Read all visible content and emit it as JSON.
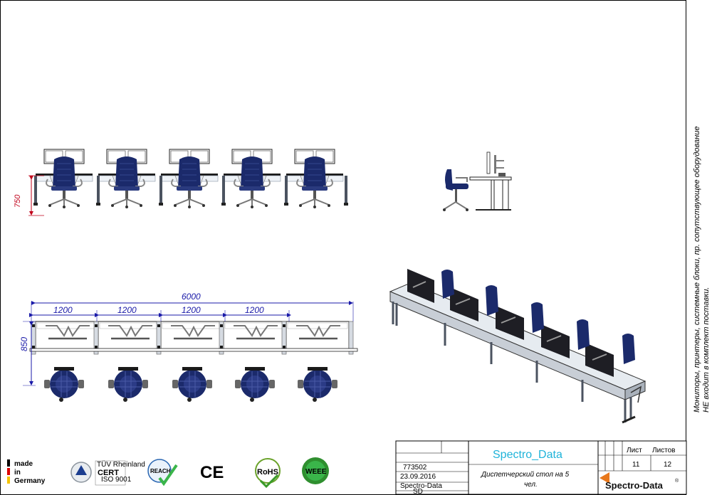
{
  "drawing": {
    "dimensions": {
      "overall_width": "6000",
      "module_width": [
        "1200",
        "1200",
        "1200",
        "1200"
      ],
      "desk_depth": "850",
      "desk_height": "750"
    },
    "note_lines": [
      "Мониторы, принтеры, системные блоки, пр. сопутствующее оборудование",
      "НЕ входит в комплект поставки."
    ]
  },
  "title_block": {
    "doc_number": "773502",
    "date": "23.09.2016",
    "company": "Spectro-Data",
    "code": "SD",
    "brand_title": "Spectro_Data",
    "description_line1": "Диспетчерский стол на 5",
    "description_line2": "чел.",
    "sheet_label": "Лист",
    "sheets_label": "Листов",
    "sheet_number": "11",
    "sheets_total": "12",
    "logo_text": "Spectro-Data",
    "registered_mark": "®"
  },
  "certifications": {
    "made_in": [
      "made",
      "in",
      "Germany"
    ],
    "cert_badge": "CERT",
    "cert_sub": "ISO 9001",
    "cert_top": "TÜV Rheinland",
    "reach": "REACH",
    "ce": "CE",
    "rohs": "RoHS",
    "weee": "WEEE"
  },
  "colors": {
    "dimension": "#1a1aa8",
    "height_dim": "#c0001a",
    "chair": "#1b2a6b",
    "screen": "#1e1e24",
    "steel": "#6a6f78",
    "title_cyan": "#1fb3d9"
  }
}
